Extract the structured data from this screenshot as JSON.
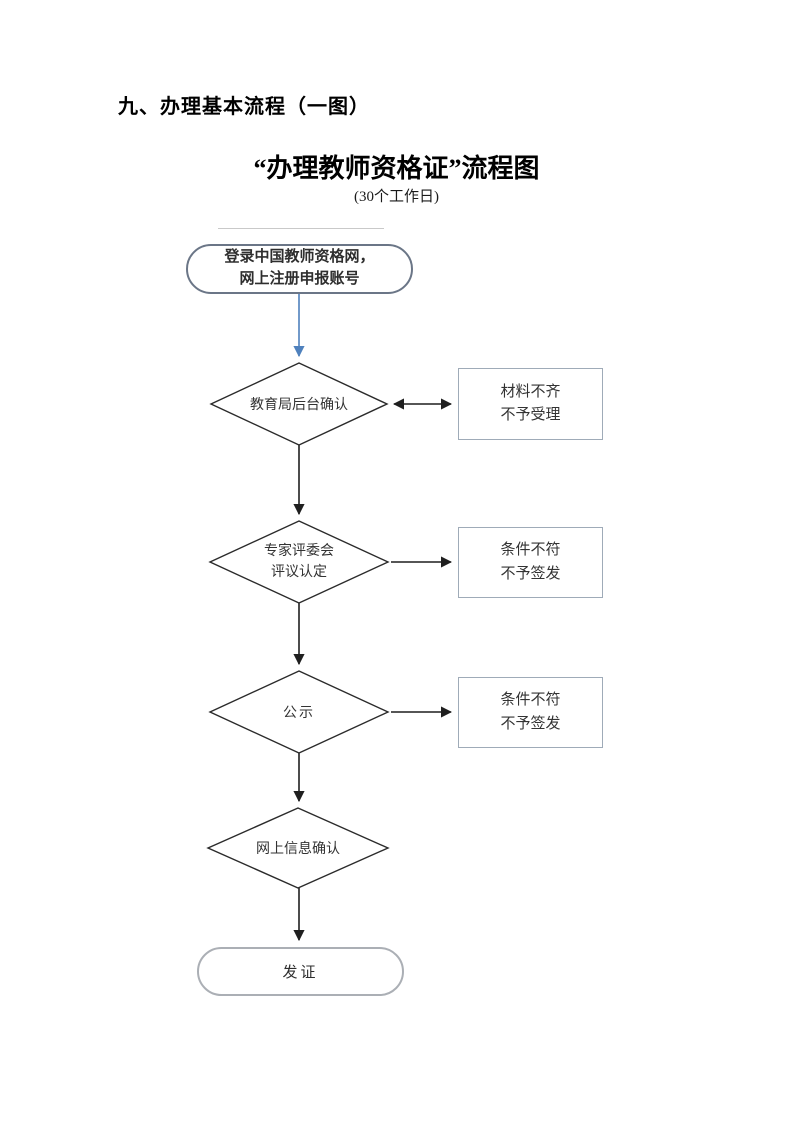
{
  "page": {
    "heading": "九、办理基本流程（一图）",
    "title": "“办理教师资格证”流程图",
    "subtitle": "(30个工作日)"
  },
  "flowchart": {
    "start": "登录中国教师资格网，\n网上注册申报账号",
    "step1": "教育局后台确认",
    "step1_side": "材料不齐\n不予受理",
    "step2": "专家评委会\n评议认定",
    "step2_side": "条件不符\n不予签发",
    "step3": "公示",
    "step3_side": "条件不符\n不予签发",
    "step4": "网上信息确认",
    "end": "发证"
  },
  "colors": {
    "arrow_blue": "#4f81bd",
    "arrow_black": "#1f1f1f",
    "start_outline": "#6b7687",
    "end_outline": "#abafb5",
    "box_outline": "#9fabb8",
    "diamond_outline": "#2b2b2b",
    "text": "#333333"
  }
}
